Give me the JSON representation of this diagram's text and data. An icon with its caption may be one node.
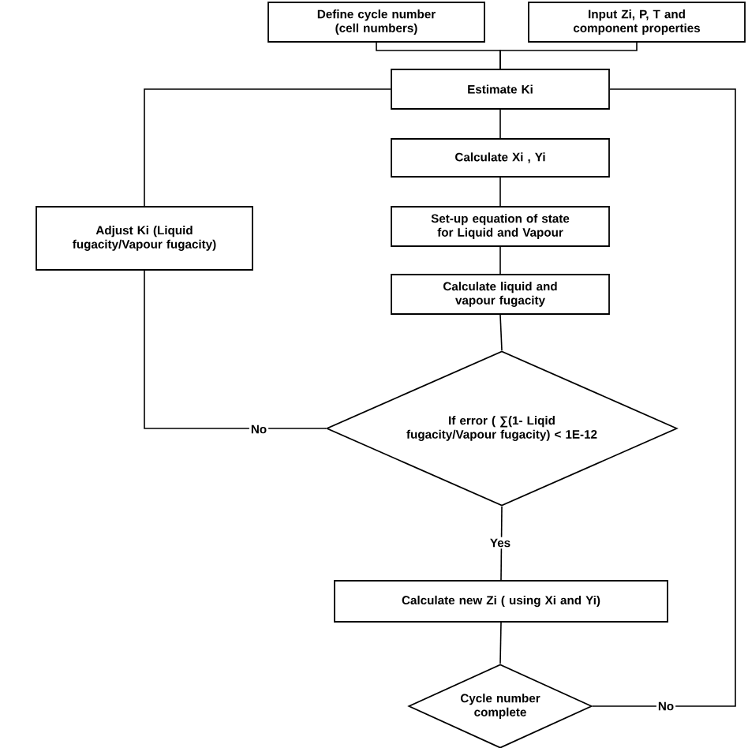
{
  "diagram": {
    "nodes": [
      {
        "text": [
          "Define cycle number (cell numbers)"
        ]
      },
      {
        "text": [
          "Input Zi, P, T and component properties"
        ]
      },
      {
        "text": [
          "Estimate Ki"
        ]
      },
      {
        "text": [
          "Calculate Xi , Yi"
        ]
      },
      {
        "text": [
          "Set-up equation of state for Liquid and Vapour"
        ]
      },
      {
        "text": [
          "Calculate liquid and vapour fugacity"
        ]
      },
      {
        "text": [
          "If error ( ∑(1- Liqid fugacity/Vapour fugacity) < 1E-12"
        ]
      },
      {
        "text": [
          "Adjust Ki (Liquid fugacity/Vapour fugacity)"
        ]
      },
      {
        "text": [
          "Calculate new Zi ( using Xi and Yi)"
        ]
      },
      {
        "text": [
          "Cycle number complete"
        ]
      }
    ],
    "edges": [
      {
        "from": 0,
        "to": 2,
        "arrow": "none"
      },
      {
        "from": 1,
        "to": 2,
        "arrow": "none"
      },
      {
        "from": 2,
        "to": 3,
        "arrow": "none"
      },
      {
        "from": 3,
        "to": 4,
        "arrow": "none"
      },
      {
        "from": 4,
        "to": 5,
        "arrow": "none"
      },
      {
        "from": 5,
        "to": 6,
        "arrow": "none"
      },
      {
        "from": 6,
        "to": 7,
        "arrow": "none",
        "label": "No"
      },
      {
        "from": 7,
        "to": 2,
        "arrow": "none"
      },
      {
        "from": 6,
        "to": 8,
        "arrow": "none",
        "label": "Yes"
      },
      {
        "from": 8,
        "to": 9,
        "arrow": "none"
      },
      {
        "from": 9,
        "to": 2,
        "arrow": "none",
        "label": "No"
      }
    ]
  }
}
